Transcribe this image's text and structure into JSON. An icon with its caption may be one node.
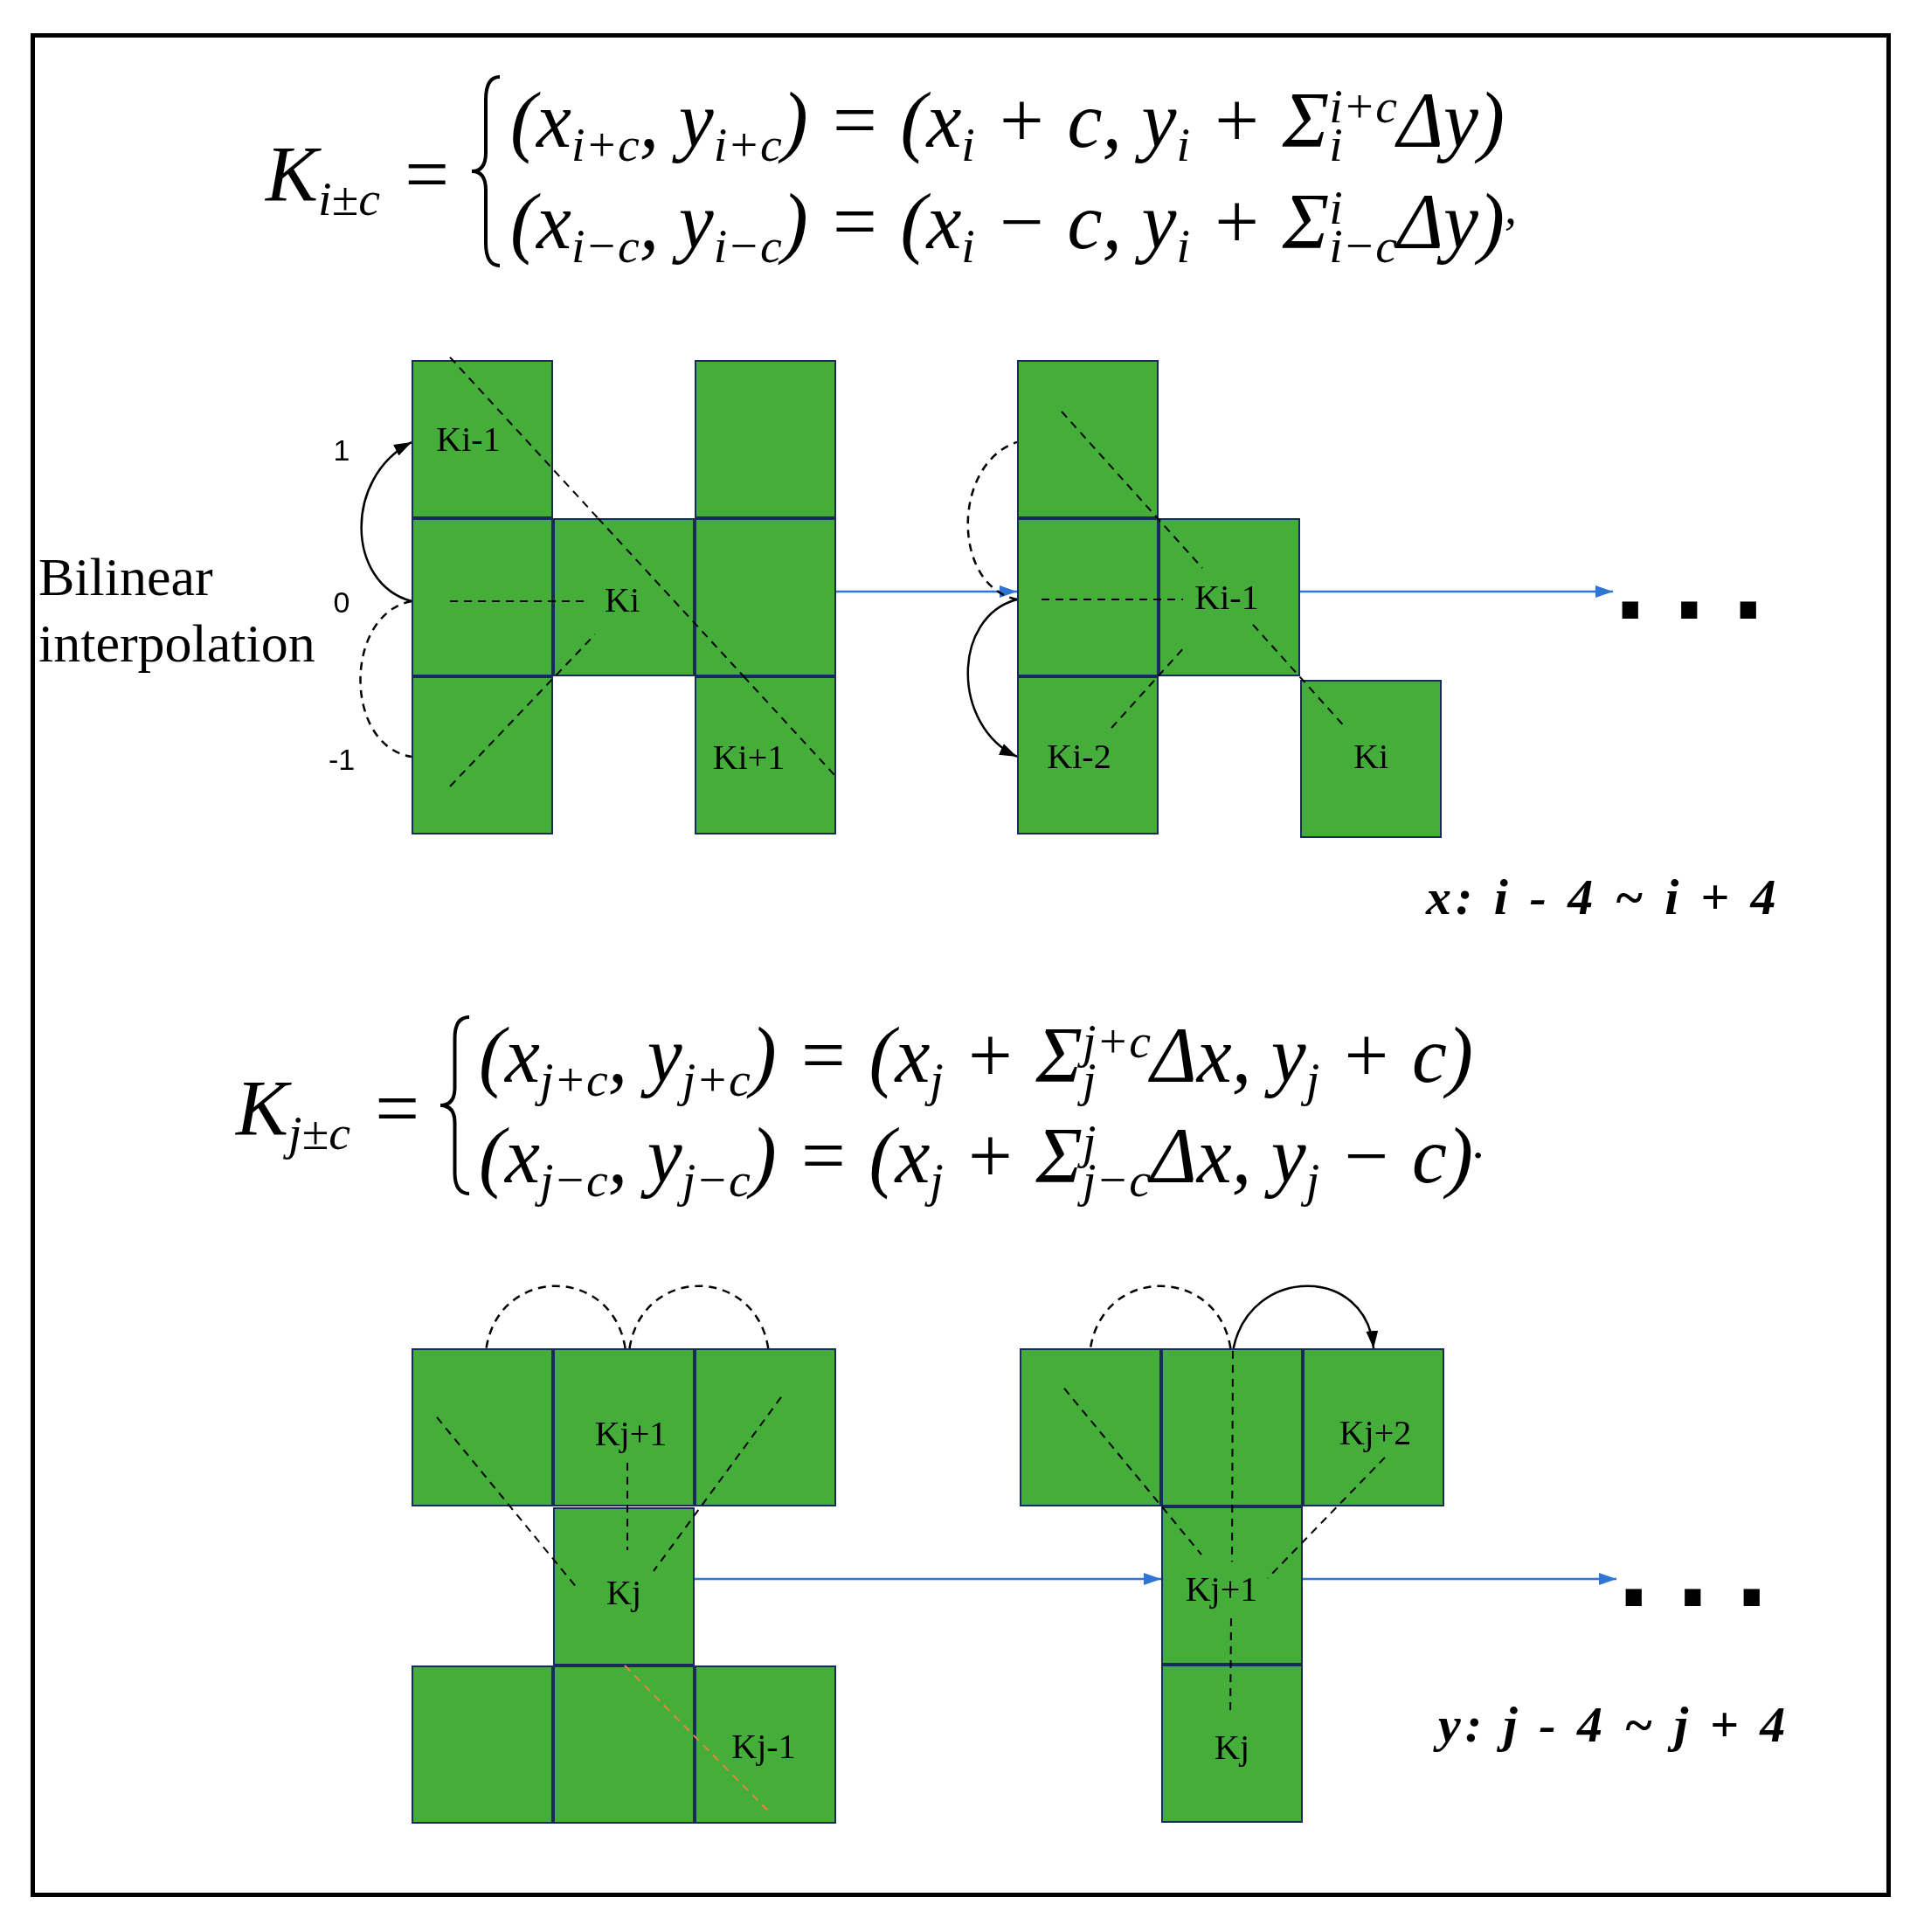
{
  "diagram": {
    "nodes": [
      {
        "text": [
          "Ki-1"
        ]
      },
      {
        "text": [],
        "shape": "box"
      },
      {
        "text": [],
        "shape": "box"
      },
      {
        "text": [
          "Ki"
        ]
      },
      {
        "text": [],
        "shape": "box"
      },
      {
        "text": [],
        "shape": "box"
      },
      {
        "text": [
          "Ki+1"
        ]
      },
      {
        "text": [],
        "shape": "box"
      },
      {
        "text": [],
        "shape": "box"
      },
      {
        "text": [
          "Ki-1"
        ]
      },
      {
        "text": [
          "Ki-2"
        ]
      },
      {
        "text": [
          "Ki"
        ]
      },
      {
        "text": [
          "..."
        ]
      },
      {
        "text": [],
        "shape": "box"
      },
      {
        "text": [
          "Kj+1"
        ]
      },
      {
        "text": [],
        "shape": "box"
      },
      {
        "text": [
          "Kj"
        ]
      },
      {
        "text": [],
        "shape": "box"
      },
      {
        "text": [],
        "shape": "box"
      },
      {
        "text": [
          "Kj-1"
        ]
      },
      {
        "text": [],
        "shape": "box"
      },
      {
        "text": [],
        "shape": "box"
      },
      {
        "text": [
          "Kj+2"
        ]
      },
      {
        "text": [
          "Kj+1"
        ]
      },
      {
        "text": [
          "Kj"
        ]
      },
      {
        "text": [
          "..."
        ]
      }
    ],
    "edges": [
      {
        "from": 2,
        "to": 0,
        "arrow": "to"
      },
      {
        "from": 2,
        "to": 5,
        "arrow": "none",
        "style": "dashed"
      },
      {
        "from": 0,
        "to": 3,
        "arrow": "none",
        "style": "dashed"
      },
      {
        "from": 3,
        "to": 4,
        "arrow": "none",
        "style": "dashed"
      },
      {
        "from": 4,
        "to": 6,
        "arrow": "none",
        "style": "dashed"
      },
      {
        "from": 2,
        "to": 3,
        "arrow": "none",
        "style": "dashed"
      },
      {
        "from": 5,
        "to": 3,
        "arrow": "none",
        "style": "dashed"
      },
      {
        "from": 4,
        "to": 8,
        "arrow": "to",
        "color": "#2e75d6"
      },
      {
        "from": 8,
        "to": 7,
        "arrow": "none",
        "style": "dashed"
      },
      {
        "from": 8,
        "to": 10,
        "arrow": "to"
      },
      {
        "from": 7,
        "to": 9,
        "arrow": "none",
        "style": "dashed"
      },
      {
        "from": 9,
        "to": 11,
        "arrow": "none",
        "style": "dashed"
      },
      {
        "from": 8,
        "to": 9,
        "arrow": "none",
        "style": "dashed"
      },
      {
        "from": 10,
        "to": 9,
        "arrow": "none",
        "style": "dashed"
      },
      {
        "from": 9,
        "to": 12,
        "arrow": "to",
        "color": "#2e75d6"
      },
      {
        "from": 14,
        "to": 13,
        "arrow": "none",
        "style": "dashed"
      },
      {
        "from": 14,
        "to": 15,
        "arrow": "none",
        "style": "dashed"
      },
      {
        "from": 13,
        "to": 16,
        "arrow": "none",
        "style": "dashed"
      },
      {
        "from": 15,
        "to": 16,
        "arrow": "none",
        "style": "dashed"
      },
      {
        "from": 14,
        "to": 16,
        "arrow": "none",
        "style": "dashed"
      },
      {
        "from": 18,
        "to": 19,
        "arrow": "none",
        "style": "dashed",
        "color": "#e8843c"
      },
      {
        "from": 16,
        "to": 23,
        "arrow": "to",
        "color": "#2e75d6"
      },
      {
        "from": 21,
        "to": 20,
        "arrow": "none",
        "style": "dashed"
      },
      {
        "from": 21,
        "to": 22,
        "arrow": "to"
      },
      {
        "from": 20,
        "to": 23,
        "arrow": "none",
        "style": "dashed"
      },
      {
        "from": 22,
        "to": 23,
        "arrow": "none",
        "style": "dashed"
      },
      {
        "from": 21,
        "to": 23,
        "arrow": "none",
        "style": "dashed"
      },
      {
        "from": 23,
        "to": 24,
        "arrow": "none",
        "style": "dashed"
      },
      {
        "from": 23,
        "to": 25,
        "arrow": "to",
        "color": "#2e75d6"
      }
    ],
    "labels": [
      "K$_{i±c}$ =",
      "(x$_{i+c}$, y$_{i+c}$) = (x$_{i}$ + c, y$_{i}$ + Σ$_{i}$$^{i+c}$Δy)",
      "(x$_{i−c}$, y$_{i−c}$) = (x$_{i}$ − c, y$_{i}$ + Σ$_{i−c}$$^{i}$Δy)$^{,}$",
      "1",
      "Bilinear interpolation",
      "0",
      "-1",
      "x: i - 4 ~ i + 4",
      "K$_{j±c}$ =",
      "(x$_{j+c}$, y$_{j+c}$) = (x$_{j}$ + Σ$_{j}$$^{j+c}$Δx, y$_{j}$ + c)",
      "(x$_{j−c}$, y$_{j−c}$) = (x$_{j}$ + Σ$_{j−c}$$^{j}$Δx, y$_{j}$ − c)$^{.}$",
      "y: j - 4 ~ j + 4"
    ]
  }
}
